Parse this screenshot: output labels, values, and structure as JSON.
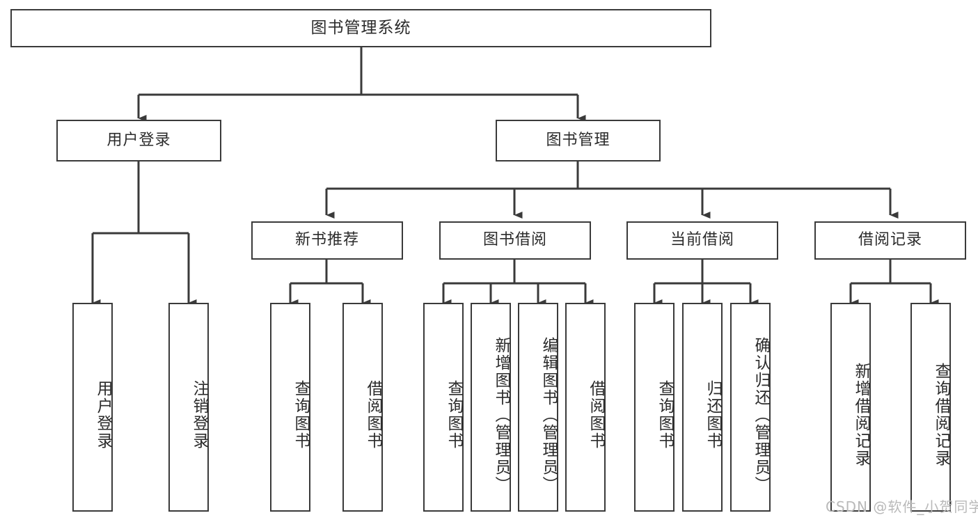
{
  "diagram": {
    "title": "图书管理系统",
    "watermark": "CSDN @软件_小贺同学",
    "colors": {
      "box_border": "#3a3a3a",
      "connector": "#3a3a3a",
      "background": "#ffffff",
      "text": "#2b2b2b",
      "watermark": "#b9b9b9"
    },
    "levels": {
      "level1": "root",
      "level2": "modules",
      "level3": "submodules",
      "level4": "functions"
    }
  },
  "nodes": {
    "root": {
      "label": "图书管理系统",
      "orientation": "horizontal"
    },
    "level2": [
      {
        "id": "user-login",
        "label": "用户登录",
        "orientation": "horizontal"
      },
      {
        "id": "book-management",
        "label": "图书管理",
        "orientation": "horizontal"
      }
    ],
    "level3": [
      {
        "id": "new-book-recommend",
        "label": "新书推荐",
        "orientation": "horizontal",
        "parent": "book-management"
      },
      {
        "id": "book-borrow",
        "label": "图书借阅",
        "orientation": "horizontal",
        "parent": "book-management"
      },
      {
        "id": "current-borrow",
        "label": "当前借阅",
        "orientation": "horizontal",
        "parent": "book-management"
      },
      {
        "id": "borrow-record",
        "label": "借阅记录",
        "orientation": "horizontal",
        "parent": "book-management"
      }
    ],
    "leaves": [
      {
        "id": "leaf-user-login",
        "label": "用户登录",
        "parent": "user-login",
        "orientation": "vertical"
      },
      {
        "id": "leaf-user-logout",
        "label": "注销登录",
        "parent": "user-login",
        "orientation": "vertical"
      },
      {
        "id": "leaf-query-book-1",
        "label": "查询图书",
        "parent": "new-book-recommend",
        "orientation": "vertical"
      },
      {
        "id": "leaf-borrow-book-1",
        "label": "借阅图书",
        "parent": "new-book-recommend",
        "orientation": "vertical"
      },
      {
        "id": "leaf-query-book-2",
        "label": "查询图书",
        "parent": "book-borrow",
        "orientation": "vertical"
      },
      {
        "id": "leaf-add-book",
        "label": "新增图书（管理员）",
        "parent": "book-borrow",
        "orientation": "vertical"
      },
      {
        "id": "leaf-edit-book",
        "label": "编辑图书（管理员）",
        "parent": "book-borrow",
        "orientation": "vertical"
      },
      {
        "id": "leaf-borrow-book-2",
        "label": "借阅图书",
        "parent": "book-borrow",
        "orientation": "vertical"
      },
      {
        "id": "leaf-query-book-3",
        "label": "查询图书",
        "parent": "current-borrow",
        "orientation": "vertical"
      },
      {
        "id": "leaf-return-book",
        "label": "归还图书",
        "parent": "current-borrow",
        "orientation": "vertical"
      },
      {
        "id": "leaf-confirm-return",
        "label": "确认归还（管理员）",
        "parent": "current-borrow",
        "orientation": "vertical"
      },
      {
        "id": "leaf-add-record",
        "label": "新增借阅记录",
        "parent": "borrow-record",
        "orientation": "vertical"
      },
      {
        "id": "leaf-query-record",
        "label": "查询借阅记录",
        "parent": "borrow-record",
        "orientation": "vertical"
      }
    ]
  }
}
